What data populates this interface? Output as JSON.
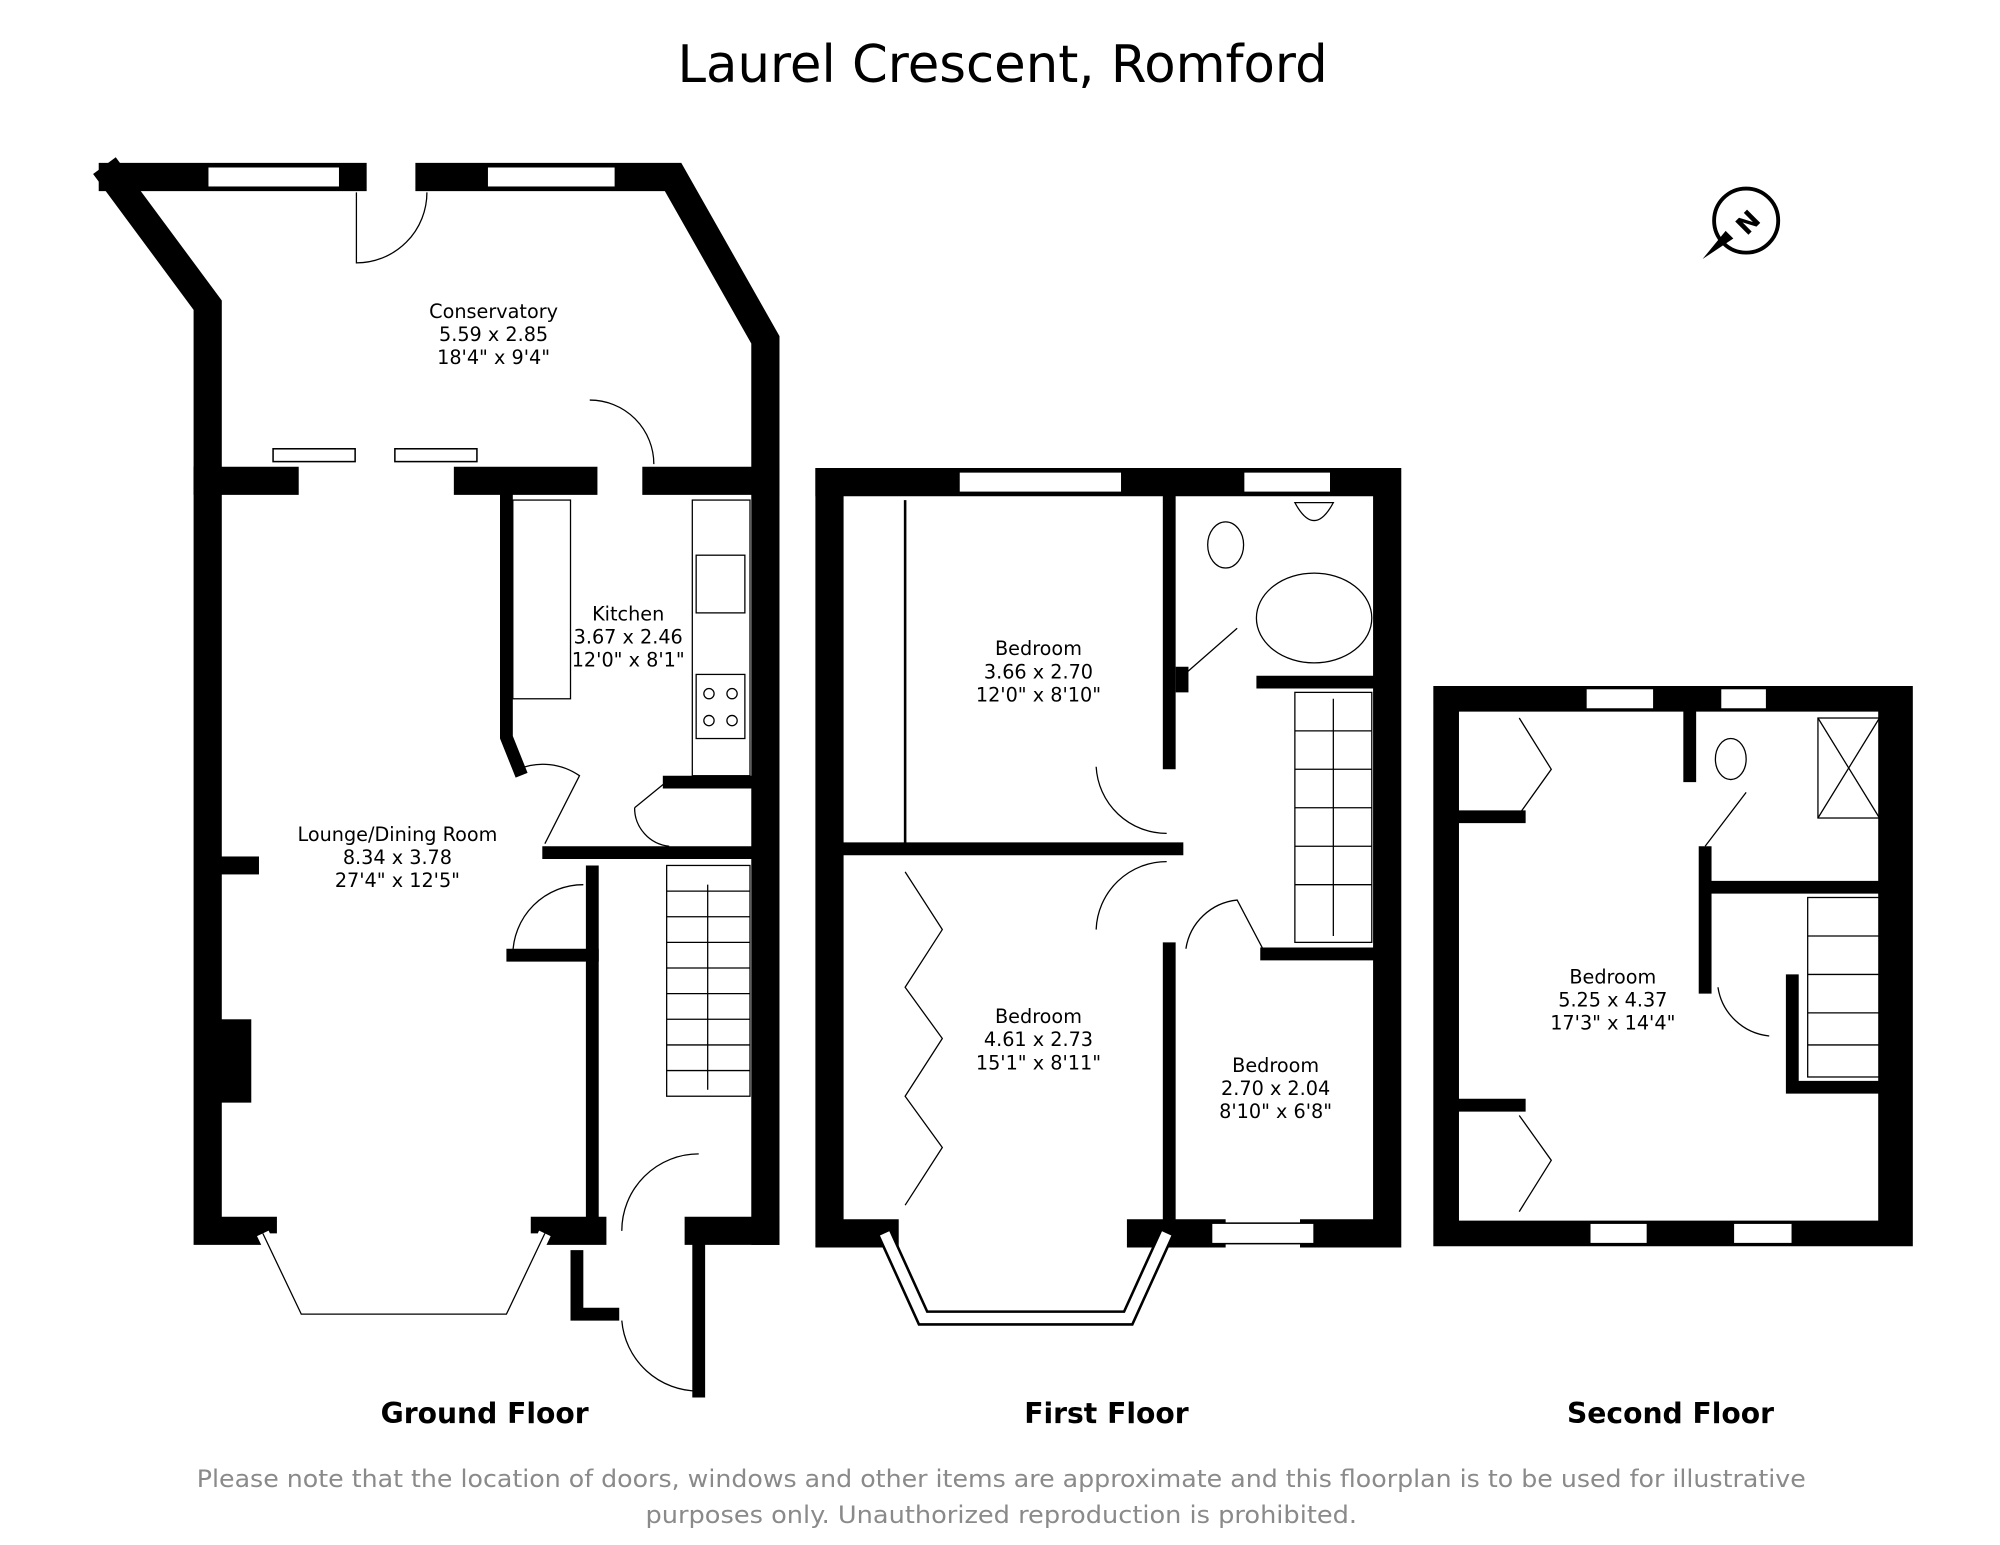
{
  "title": "Laurel Crescent, Romford",
  "compass": {
    "label": "N",
    "icon": "north-arrow-icon"
  },
  "floors": [
    {
      "label": "Ground Floor",
      "rooms": [
        {
          "name": "Conservatory",
          "metric": "5.59 x 2.85",
          "imperial": "18'4\" x 9'4\""
        },
        {
          "name": "Kitchen",
          "metric": "3.67 x 2.46",
          "imperial": "12'0\" x 8'1\""
        },
        {
          "name": "Lounge/Dining Room",
          "metric": "8.34 x 3.78",
          "imperial": "27'4\" x 12'5\""
        }
      ]
    },
    {
      "label": "First Floor",
      "rooms": [
        {
          "name": "Bedroom",
          "metric": "3.66 x 2.70",
          "imperial": "12'0\" x 8'10\""
        },
        {
          "name": "Bedroom",
          "metric": "4.61 x 2.73",
          "imperial": "15'1\" x 8'11\""
        },
        {
          "name": "Bedroom",
          "metric": "2.70 x 2.04",
          "imperial": "8'10\" x 6'8\""
        }
      ]
    },
    {
      "label": "Second Floor",
      "rooms": [
        {
          "name": "Bedroom",
          "metric": "5.25 x 4.37",
          "imperial": "17'3\" x 14'4\""
        }
      ]
    }
  ],
  "disclaimer": [
    "Please note that the location of doors, windows and other items are approximate and this floorplan is to be used for illustrative",
    "purposes only. Unauthorized reproduction is prohibited."
  ]
}
